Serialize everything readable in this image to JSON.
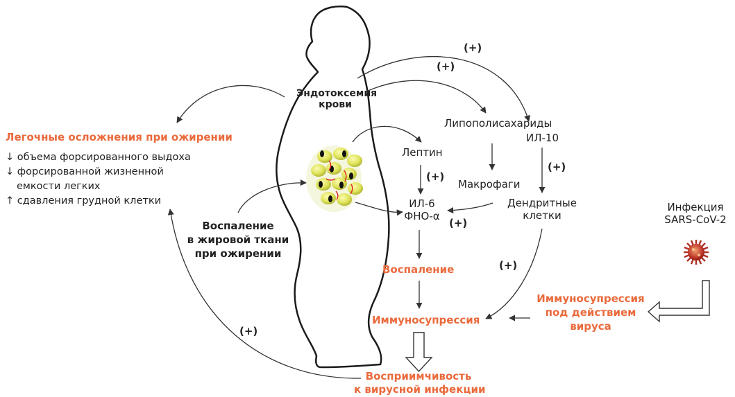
{
  "colors": {
    "accent": "#ea6a3c",
    "text": "#222222",
    "line": "#333333"
  },
  "icons": {
    "adipose": "adipose-tissue-icon",
    "virus": "coronavirus-icon",
    "silhouette": "obese-person-silhouette"
  },
  "labels": {
    "endotox_1": "Эндотоксемия",
    "endotox_2": "крови",
    "lung_title": "Легочные осложнения при ожирении",
    "lung_items": [
      "↓ объема форсированного выдоха",
      "↓ форсированной жизненной",
      "емкости легких",
      "↑ сдавления грудной клетки"
    ],
    "lps": "Липополисахариды",
    "il10": "ИЛ-10",
    "leptin": "Лептин",
    "macrophages": "Макрофаги",
    "il6": "ИЛ-6",
    "tnf": "ФНО-α",
    "dendritic_1": "Дендритные",
    "dendritic_2": "клетки",
    "infection_1": "Инфекция",
    "infection_2": "SARS-CoV-2",
    "adipose_infl_1": "Воспаление",
    "adipose_infl_2": "в жировой ткани",
    "adipose_infl_3": "при ожирении",
    "inflammation": "Воспаление",
    "immunosuppression": "Иммуносупрессия",
    "virus_immuno_1": "Иммуносупрессия",
    "virus_immuno_2": "под действием",
    "virus_immuno_3": "вируса",
    "suscept_1": "Восприимчивость",
    "suscept_2": "к вирусной инфекции",
    "plus": "(+)"
  }
}
